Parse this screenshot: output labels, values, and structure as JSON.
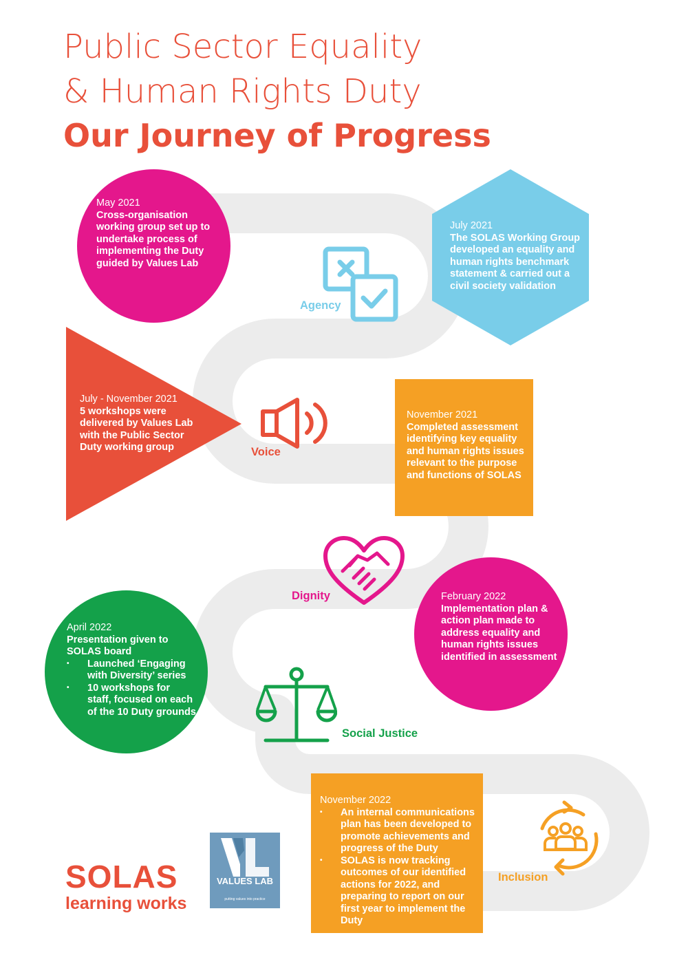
{
  "header": {
    "title_line1": "Public Sector Equality",
    "title_line2": "& Human Rights Duty",
    "subtitle": "Our Journey of Progress"
  },
  "colors": {
    "magenta": "#e4178c",
    "blue": "#79cde9",
    "red": "#e8503a",
    "orange": "#f5a024",
    "green": "#14a14a",
    "path": "#ececec"
  },
  "milestones": {
    "m1": {
      "date": "May 2021",
      "text": "Cross-organisation working group set up to undertake process of implementing the Duty guided by Values Lab"
    },
    "m2": {
      "date": "July 2021",
      "text": "The SOLAS Working Group developed an equality and human rights benchmark statement & carried out a civil society validation"
    },
    "m3": {
      "date": "July - November 2021",
      "text": "5 workshops were delivered by Values Lab with the Public Sector Duty working group"
    },
    "m4": {
      "date": "November 2021",
      "text": "Completed assessment identifying key equality and human rights issues relevant to the purpose and functions of SOLAS"
    },
    "m5": {
      "date": "February 2022",
      "text": "Implementation plan & action plan made to address equality and human rights issues identified in assessment"
    },
    "m6": {
      "date": "April 2022",
      "text": "Presentation given to SOLAS board",
      "bullets": [
        "Launched ‘Engaging with Diversity’ series",
        "10 workshops for staff, focused on each of the 10 Duty grounds"
      ]
    },
    "m7": {
      "date": "November 2022",
      "bullets": [
        "An internal communications plan has been developed to promote achievements and progress of the Duty",
        "SOLAS is now tracking outcomes of our identified actions for 2022, and preparing to report on our first year to implement the Duty"
      ]
    }
  },
  "values": {
    "agency": {
      "label": "Agency",
      "icon": "checkbox-icon"
    },
    "voice": {
      "label": "Voice",
      "icon": "speaker-icon"
    },
    "dignity": {
      "label": "Dignity",
      "icon": "heart-handshake-icon"
    },
    "social_justice": {
      "label": "Social Justice",
      "icon": "scales-icon"
    },
    "inclusion": {
      "label": "Inclusion",
      "icon": "group-cycle-icon"
    }
  },
  "logos": {
    "solas_name": "SOLAS",
    "solas_tagline": "learning works",
    "values_lab_name": "VALUES LAB",
    "values_lab_tagline": "putting values into practice"
  }
}
